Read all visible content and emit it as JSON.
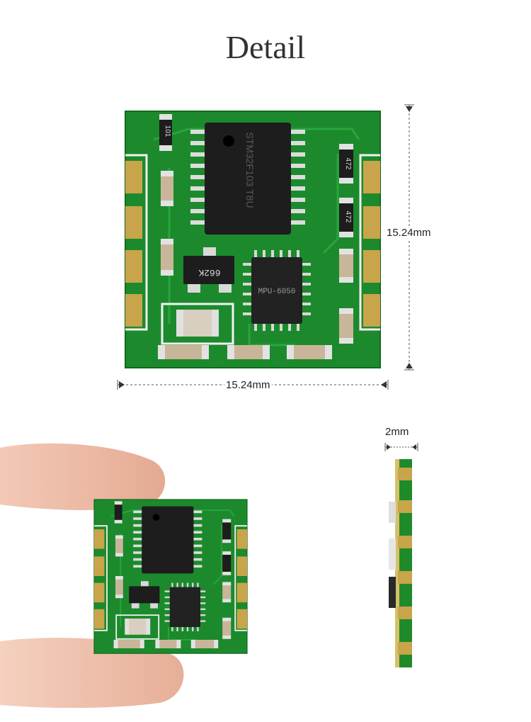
{
  "title": "Detail",
  "dimensions": {
    "height_label": "15.24mm",
    "width_label": "15.24mm",
    "thickness_label": "2mm"
  },
  "chip_markings": {
    "main_ic": "STM32F103 T8U",
    "imu": "MPU-6050",
    "regulator": "662K",
    "resistor_101": "101",
    "resistor_472_a": "472",
    "resistor_472_b": "472"
  },
  "colors": {
    "pcb_green": "#1c8a2c",
    "pad_gold": "#c8a44a",
    "silk_white": "#f2f2f2",
    "chip_black": "#1d1d1d"
  }
}
